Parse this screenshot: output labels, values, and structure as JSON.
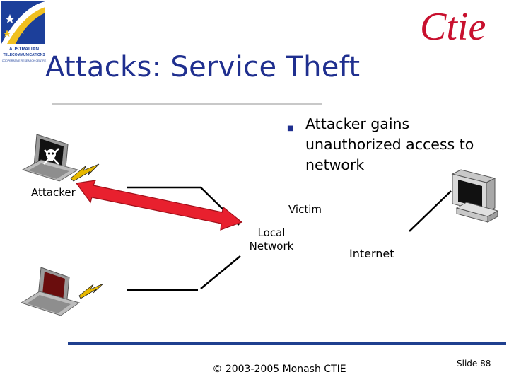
{
  "logos": {
    "left_lines": [
      "AUSTRALIAN",
      "TELECOMMUNICATIONS",
      "COOPERATIVE RESEARCH CENTRE"
    ],
    "right_text": "Ctie"
  },
  "slide": {
    "title": "Attacks: Service Theft",
    "bullet": "Attacker gains unauthorized access to network"
  },
  "diagram": {
    "labels": {
      "attacker": "Attacker",
      "victim": "Victim",
      "local_line1": "Local",
      "local_line2": "Network",
      "internet": "Internet"
    },
    "colors": {
      "arrow": "#e8202e",
      "wire": "#000000",
      "laptop_body": "#a9a9a9",
      "attacker_screen": "#111111",
      "victim_screen": "#6a0d0d",
      "lightning": "#e6b800"
    },
    "icons": [
      "laptop-attacker-icon",
      "skull-crossbones-icon",
      "laptop-victim-icon",
      "lightning-icon",
      "desktop-computer-icon",
      "double-headed-arrow-icon"
    ]
  },
  "footer": {
    "copyright": "© 2003-2005 Monash CTIE",
    "slide_number": "Slide 88"
  },
  "theme": {
    "title_color": "#1f2f8f",
    "rule_color": "#1f3f8f"
  }
}
